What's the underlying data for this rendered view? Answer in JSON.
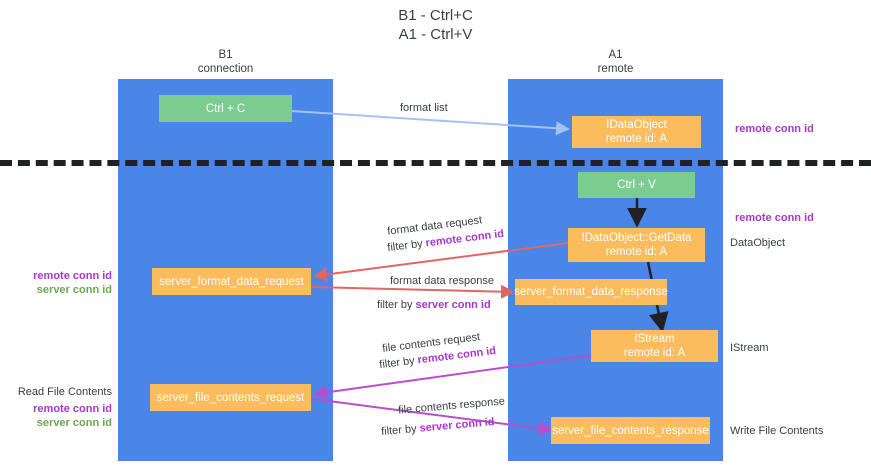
{
  "title": {
    "line1": "B1 - Ctrl+C",
    "line2": "A1 - Ctrl+V"
  },
  "columns": [
    {
      "name": "B1",
      "sub": "connection"
    },
    {
      "name": "A1",
      "sub": "remote"
    }
  ],
  "nodes": {
    "ctrl_c": "Ctrl + C",
    "ctrl_v": "Ctrl + V",
    "idataobject_title": "IDataObject",
    "idataobject_sub": "remote id: A",
    "getdata_title": "IDataObject::GetData",
    "getdata_sub": "remote id: A",
    "istream_title": "IStream",
    "istream_sub": "remote id: A",
    "server_format_data_request": "server_format_data_request",
    "server_format_data_response": "server_format_data_response",
    "server_file_contents_request": "server_file_contents_request",
    "server_file_contents_response": "server_file_contents_response"
  },
  "edge_labels": {
    "format_list": "format list",
    "format_data_request": "format data request",
    "format_data_request_filter_prefix": "filter by ",
    "format_data_request_filter_key": "remote conn id",
    "format_data_response": "format data response",
    "format_data_response_filter_prefix": "filter by ",
    "format_data_response_filter_key": "server conn id",
    "file_contents_request": "file contents request",
    "file_contents_request_filter_prefix": "filter by ",
    "file_contents_request_filter_key": "remote conn id",
    "file_contents_response": "file contents response",
    "file_contents_response_filter_prefix": "filter by ",
    "file_contents_response_filter_key": "server conn id"
  },
  "annotations": {
    "right_remote_conn_id_top": "remote conn id",
    "right_remote_conn_id_mid": "remote conn id",
    "right_dataobject": "DataObject",
    "right_istream": "IStream",
    "right_write_file_contents": "Write File Contents",
    "left_remote_conn_id_mid": "remote conn id",
    "left_server_conn_id_mid": "server conn id",
    "left_read_file_contents": "Read File Contents",
    "left_remote_conn_id_bot": "remote conn id",
    "left_server_conn_id_bot": "server conn id"
  },
  "colors": {
    "lane": "#4a86e8",
    "green_node": "#7ccb8f",
    "orange_node": "#fbbc5e",
    "purple_text": "#a738c8",
    "green_text": "#6aa84f",
    "arrow_blue": "#a4c2f4",
    "arrow_red": "#e06666",
    "arrow_magenta": "#b84ecb",
    "arrow_black": "#202124",
    "divider": "#202124"
  }
}
